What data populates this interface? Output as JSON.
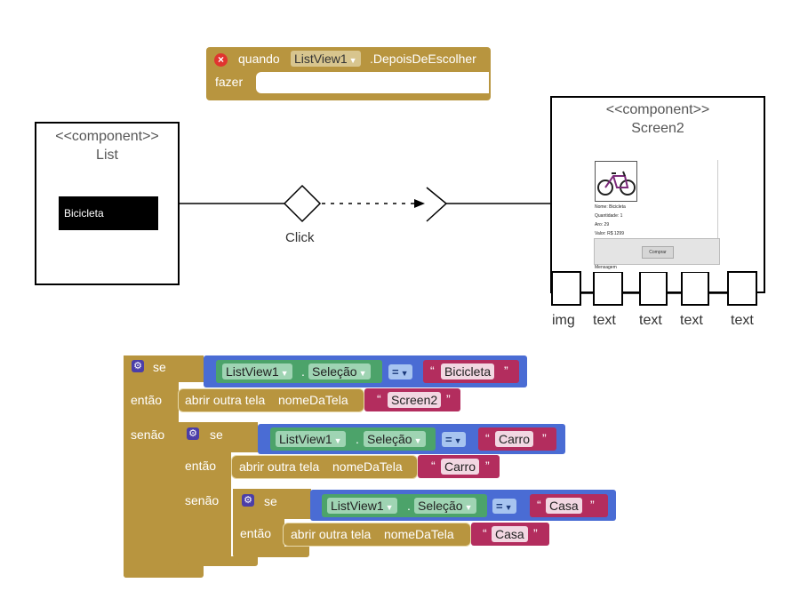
{
  "event_block": {
    "when_label": "quando",
    "component": "ListView1",
    "event": ".DepoisDeEscolher",
    "do_label": "fazer"
  },
  "list_component": {
    "stereotype": "<<component>>",
    "name": "List",
    "item": "Bicicleta"
  },
  "transition": {
    "label": "Click"
  },
  "screen2_component": {
    "stereotype": "<<component>>",
    "name": "Screen2",
    "details": [
      "Nome: Bicicleta",
      "Quantidade: 1",
      "Aro: 29",
      "Valor: R$ 1299"
    ],
    "button_label": "Comprar",
    "message_label": "Mensagem",
    "slot_labels": [
      "img",
      "text",
      "text",
      "text",
      "text"
    ]
  },
  "if_block": {
    "if_label": "se",
    "then_label": "então",
    "else_label": "senão",
    "component": "ListView1",
    "property": "Seleção",
    "operator": "=",
    "action": "abrir outra tela",
    "param": "nomeDaTela",
    "quote_open": "“",
    "quote_close": "”",
    "branches": [
      {
        "compare": "Bicicleta",
        "screen": "Screen2"
      },
      {
        "compare": "Carro",
        "screen": "Carro"
      },
      {
        "compare": "Casa",
        "screen": "Casa"
      }
    ]
  },
  "colors": {
    "control_block": "#b8953f",
    "event_block": "#b8953f",
    "logic_block": "#4a6cd4",
    "component_green": "#4ca36a",
    "text_block": "#b32d5e"
  }
}
